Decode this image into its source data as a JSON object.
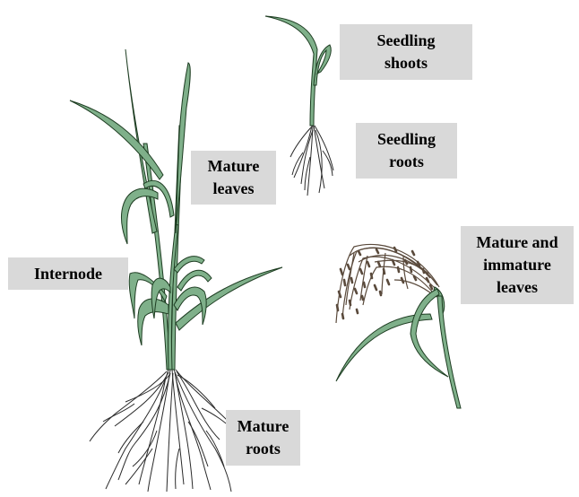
{
  "labels": {
    "seedling_shoots": {
      "lines": [
        "Seedling",
        "shoots"
      ]
    },
    "seedling_roots": {
      "lines": [
        "Seedling",
        "roots"
      ]
    },
    "mature_leaves": {
      "lines": [
        "Mature",
        "leaves"
      ]
    },
    "internode": {
      "lines": [
        "Internode"
      ]
    },
    "mature_immature_leaves": {
      "lines": [
        "Mature and",
        "immature",
        "leaves"
      ]
    },
    "mature_roots": {
      "lines": [
        "Mature",
        "roots"
      ]
    }
  },
  "colors": {
    "leaf_fill": "#7fb08a",
    "leaf_outline": "#1e3d22",
    "root_stroke": "#2a2a2a",
    "panicle_seed": "#5a4a3c",
    "label_background": "#d9d9d9",
    "label_text": "#000000"
  }
}
